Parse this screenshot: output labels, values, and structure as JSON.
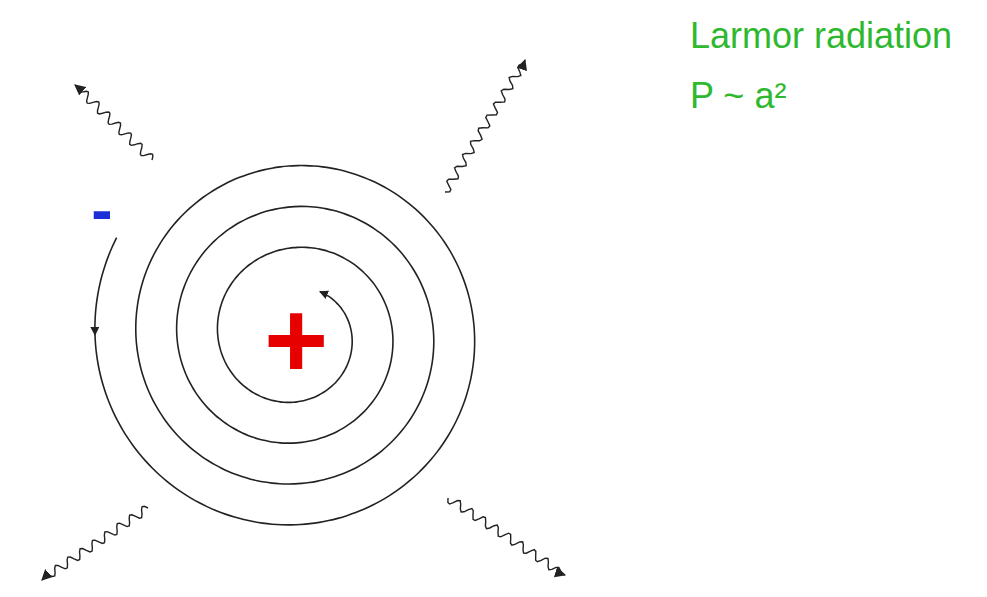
{
  "diagram": {
    "labels": [
      "Larmor radiation",
      "P ~ a²",
      "-",
      "+"
    ]
  }
}
